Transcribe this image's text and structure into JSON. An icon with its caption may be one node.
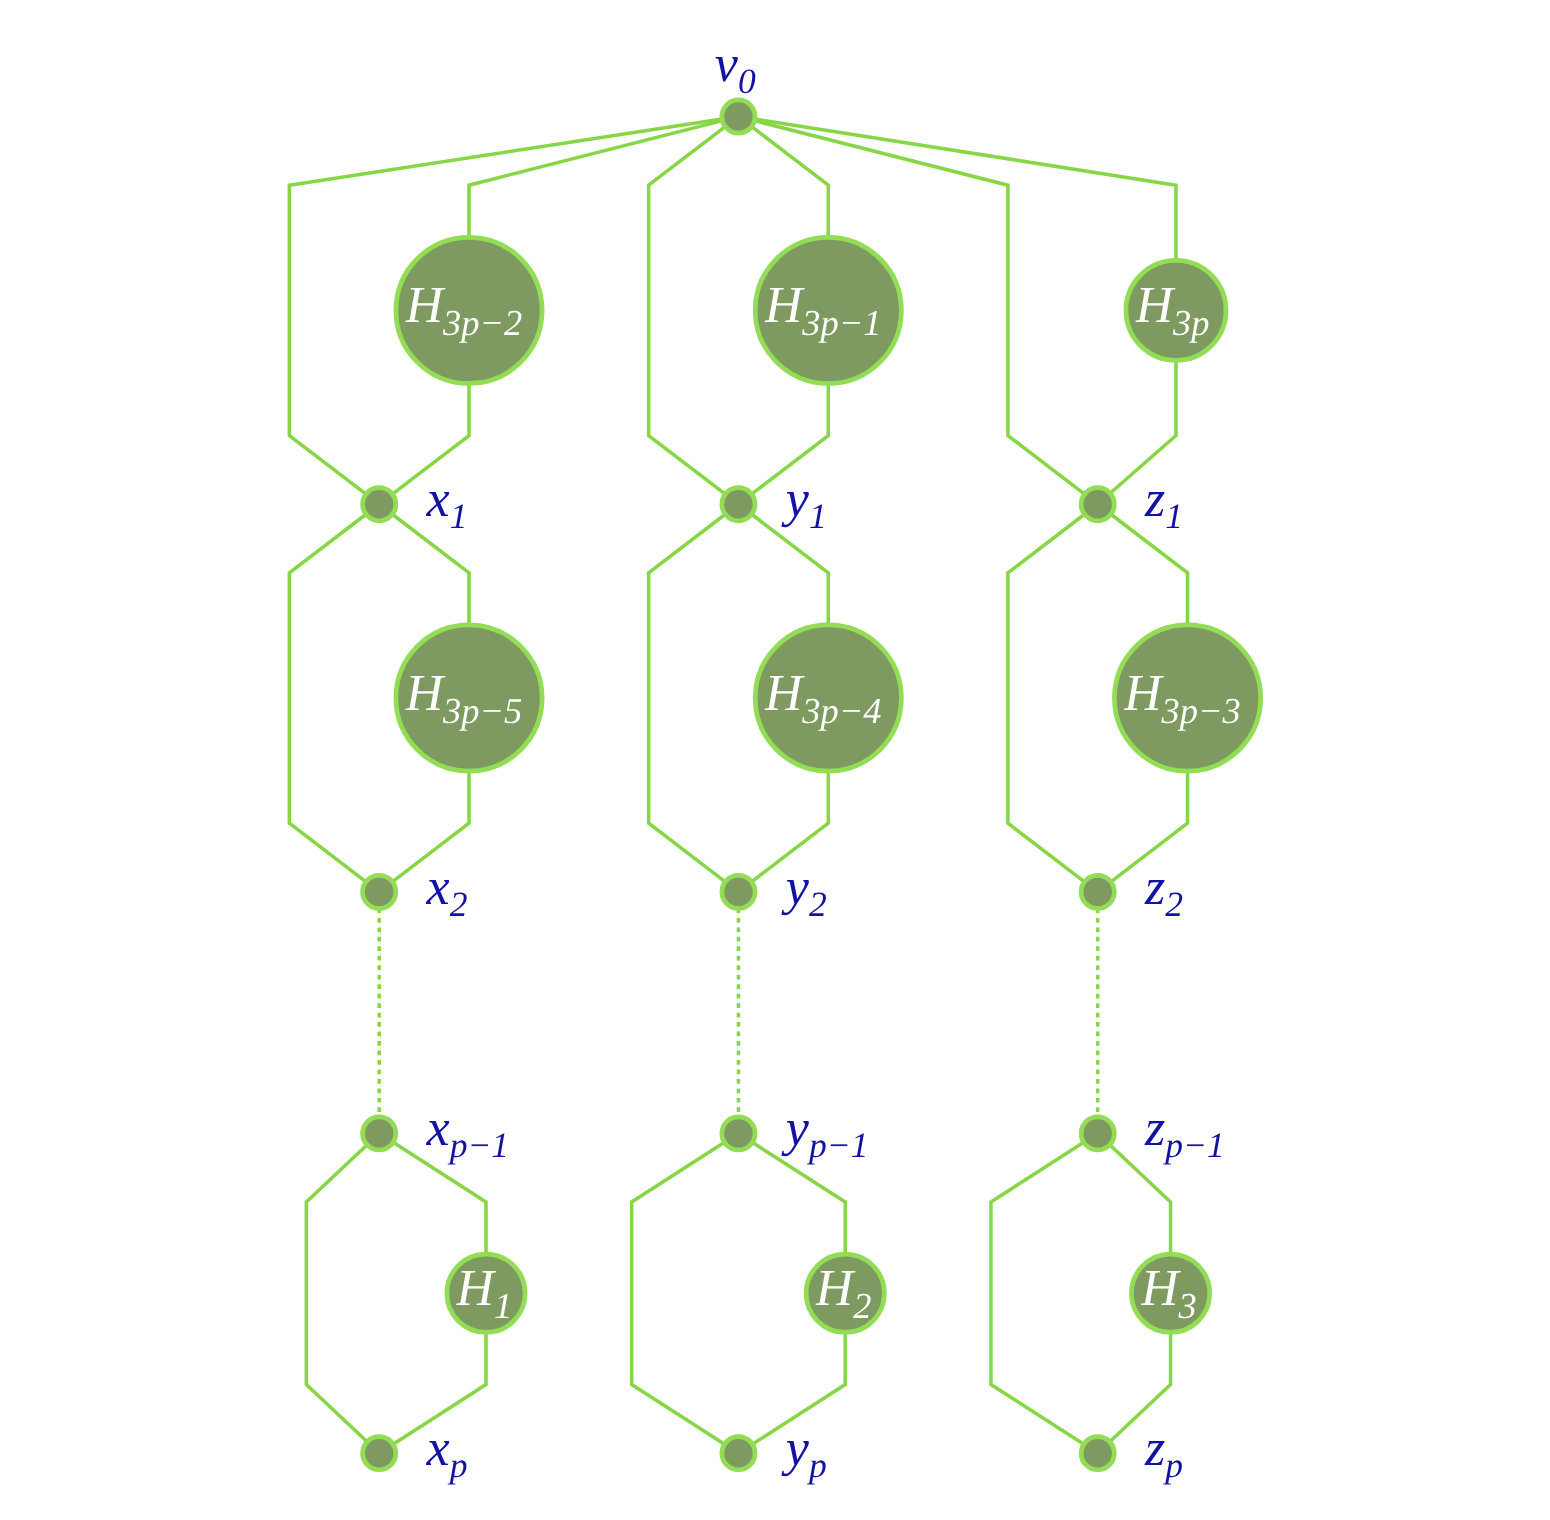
{
  "diagram": {
    "nodes": [
      {
        "text": [],
        "shape": "circle",
        "beside": [
          "v$_{0}$"
        ]
      },
      {
        "text": [
          "H$_{3p−2}$"
        ]
      },
      {
        "text": [
          "H$_{3p}$"
        ]
      },
      {
        "text": [
          "H$_{3p−1}$"
        ]
      },
      {
        "text": [],
        "shape": "circle",
        "beside": [
          "x$_{1}$"
        ]
      },
      {
        "text": [],
        "shape": "circle",
        "beside": [
          "y$_{1}$"
        ]
      },
      {
        "text": [],
        "shape": "circle",
        "beside": [
          "z$_{1}$"
        ]
      },
      {
        "text": [
          "H$_{3p−5}$"
        ]
      },
      {
        "text": [
          "H$_{3p−4}$"
        ]
      },
      {
        "text": [
          "H$_{3p−3}$"
        ]
      },
      {
        "text": [],
        "shape": "circle",
        "beside": [
          "x$_{2}$"
        ]
      },
      {
        "text": [],
        "shape": "circle",
        "beside": [
          "y$_{2}$"
        ]
      },
      {
        "text": [],
        "shape": "circle",
        "beside": [
          "z$_{2}$"
        ]
      },
      {
        "text": [],
        "shape": "circle",
        "beside": [
          "x$_{p−1}$"
        ]
      },
      {
        "text": [],
        "shape": "circle",
        "beside": [
          "y$_{p−1}$"
        ]
      },
      {
        "text": [],
        "shape": "circle",
        "beside": [
          "z$_{p−1}$"
        ]
      },
      {
        "text": [
          "H$_{1}$"
        ]
      },
      {
        "text": [
          "H$_{2}$"
        ]
      },
      {
        "text": [
          "H$_{3}$"
        ]
      },
      {
        "text": [],
        "shape": "circle",
        "beside": [
          "x$_{p}$"
        ]
      },
      {
        "text": [],
        "shape": "circle",
        "beside": [
          "y$_{p}$"
        ]
      },
      {
        "text": [],
        "shape": "circle",
        "beside": [
          "z$_{p}$"
        ]
      }
    ],
    "edges": [
      {
        "from": 0,
        "to": 1,
        "arrow": "none"
      },
      {
        "from": 0,
        "to": 3,
        "arrow": "none"
      },
      {
        "from": 0,
        "to": 2,
        "arrow": "none"
      },
      {
        "from": 0,
        "to": 4,
        "arrow": "none"
      },
      {
        "from": 0,
        "to": 5,
        "arrow": "none"
      },
      {
        "from": 0,
        "to": 6,
        "arrow": "none"
      },
      {
        "from": 1,
        "to": 4,
        "arrow": "none"
      },
      {
        "from": 3,
        "to": 5,
        "arrow": "none"
      },
      {
        "from": 2,
        "to": 6,
        "arrow": "none"
      },
      {
        "from": 4,
        "to": 7,
        "arrow": "none"
      },
      {
        "from": 4,
        "to": 10,
        "arrow": "none"
      },
      {
        "from": 7,
        "to": 10,
        "arrow": "none"
      },
      {
        "from": 5,
        "to": 8,
        "arrow": "none"
      },
      {
        "from": 5,
        "to": 11,
        "arrow": "none"
      },
      {
        "from": 8,
        "to": 11,
        "arrow": "none"
      },
      {
        "from": 6,
        "to": 9,
        "arrow": "none"
      },
      {
        "from": 6,
        "to": 12,
        "arrow": "none"
      },
      {
        "from": 9,
        "to": 12,
        "arrow": "none"
      },
      {
        "from": 10,
        "to": 13,
        "arrow": "none",
        "style": "dashed"
      },
      {
        "from": 11,
        "to": 14,
        "arrow": "none",
        "style": "dashed"
      },
      {
        "from": 12,
        "to": 15,
        "arrow": "none",
        "style": "dashed"
      },
      {
        "from": 13,
        "to": 16,
        "arrow": "none"
      },
      {
        "from": 13,
        "to": 19,
        "arrow": "none"
      },
      {
        "from": 16,
        "to": 19,
        "arrow": "none"
      },
      {
        "from": 14,
        "to": 17,
        "arrow": "none"
      },
      {
        "from": 14,
        "to": 20,
        "arrow": "none"
      },
      {
        "from": 17,
        "to": 20,
        "arrow": "none"
      },
      {
        "from": 15,
        "to": 18,
        "arrow": "none"
      },
      {
        "from": 15,
        "to": 21,
        "arrow": "none"
      },
      {
        "from": 18,
        "to": 21,
        "arrow": "none"
      }
    ]
  }
}
